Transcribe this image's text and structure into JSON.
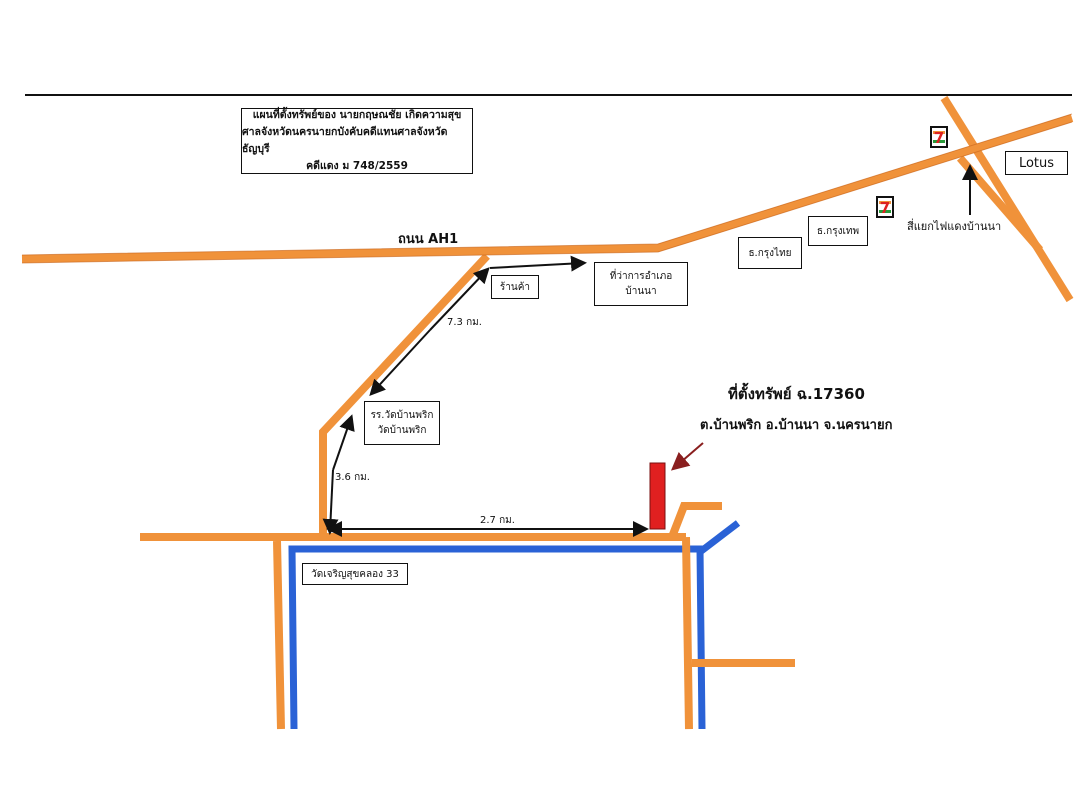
{
  "map": {
    "title_lines": [
      "แผนที่ตั้งทรัพย์ของ นายกฤษณชัย เกิดความสุข",
      "ศาลจังหวัดนครนายกบังคับคดีแทนศาลจังหวัดธัญบุรี",
      "คดีแดง ม 748/2559"
    ],
    "road_ah1": "ถนน AH1",
    "lotus": "Lotus",
    "intersection": "สี่แยกไฟแดงบ้านนา",
    "bank_krungthep": "ธ.กรุงเทพ",
    "bank_krungthai": "ธ.กรุงไทย",
    "shop": "ร้านค้า",
    "district_office": [
      "ที่ว่าการอำเภอ",
      "บ้านนา"
    ],
    "distance_1": "7.3 กม.",
    "school": [
      "รร.วัดบ้านพริก",
      "วัดบ้านพริก"
    ],
    "distance_2": "3.6 กม.",
    "distance_3": "2.7 กม.",
    "canal": "วัดเจริญสุขคลอง 33",
    "property_title": "ที่ตั้งทรัพย์ ฉ.17360",
    "property_location": "ต.บ้านพริก อ.บ้านนา จ.นครนายก",
    "seven_eleven_glyph": "7"
  },
  "colors": {
    "road": "#f0923a",
    "road_edge": "#c8651c",
    "canal": "#2a62d6",
    "property": "#e02020",
    "arrow": "#8a1f1f"
  }
}
